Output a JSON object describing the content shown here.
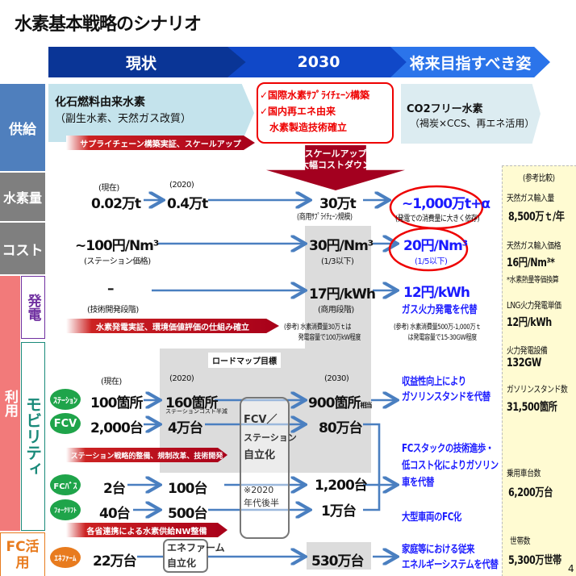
{
  "title": "水素基本戦略のシナリオ",
  "header": {
    "now": "現状",
    "mid": "2030",
    "future": "将来目指すべき姿"
  },
  "side": {
    "supply": "供給",
    "amount": "水素量",
    "cost": "コスト",
    "use": "利用",
    "power": "発電",
    "mobility": "モビリティ",
    "fc": "FC活用"
  },
  "supply": {
    "now_title": "化石燃料由来水素",
    "now_sub": "（副生水素、天然ガス改質）",
    "mid_1": "✓国際水素ｻﾌﾟﾗｲﾁｪｰﾝ構築",
    "mid_2": "✓国内再エネ由来",
    "mid_3": "水素製造技術確立",
    "future_title": "CO2フリー水素",
    "future_sub": "（褐炭×CCS、再エネ活用）",
    "banner": "サプライチェーン構築実証、スケールアップ",
    "down_1": "スケールアップ",
    "down_2": "大幅コストダウン"
  },
  "amount": {
    "now_lbl": "(現在)",
    "now": "0.02万t",
    "y2020_lbl": "(2020)",
    "y2020": "0.4万t",
    "mid": "30万t",
    "mid_note": "(商用ｻﾌﾟﾗｲﾁｪｰﾝ規模)",
    "future": "~1,000万t+α",
    "future_note": "(発電での消費量に大きく依存)"
  },
  "cost": {
    "now": "~100円/Nm³",
    "now_note": "(ステーション価格)",
    "mid": "30円/Nm³",
    "mid_note": "(1/3以下)",
    "future": "20円/Nm³",
    "future_note": "(1/5以下)"
  },
  "power": {
    "now": "–",
    "now_note": "(技術開発段階)",
    "mid": "17円/kWh",
    "mid_note": "(商用段階)",
    "future": "12円/kWh",
    "future_note": "ガス火力発電を代替",
    "banner": "水素発電実証、環境価値評価の仕組み確立",
    "ref_mid_1": "(参考) 水素消費量30万ｔは",
    "ref_mid_2": "発電容量で100万kW程度",
    "ref_fut_1": "(参考) 水素消費量500万-1,000万ｔ",
    "ref_fut_2": "は発電容量で15-30GW程度"
  },
  "mobility": {
    "roadmap": "ロードマップ目標",
    "now_lbl": "(現在)",
    "y2020_lbl": "(2020)",
    "y2030_lbl": "(2030)",
    "station": {
      "icon": "ｽﾃｰｼｮﾝ",
      "now": "100箇所",
      "y2020": "160箇所",
      "y2020_note": "ステーションコスト半減",
      "y2030": "900箇所",
      "y2030_note": "相当"
    },
    "fcv": {
      "icon": "FCV",
      "now": "2,000台",
      "y2020": "4万台",
      "y2030": "80万台"
    },
    "bus": {
      "icon": "FCﾊﾞｽ",
      "now": "2台",
      "y2020": "100台",
      "y2030": "1,200台"
    },
    "forklift": {
      "icon": "ﾌｫｰｸﾘﾌﾄ",
      "now": "40台",
      "y2020": "500台",
      "y2030": "1万台"
    },
    "autonomy_1": "FCV／",
    "autonomy_2": "ステーション",
    "autonomy_3": "自立化",
    "autonomy_4": "※2020",
    "autonomy_5": "年代後半",
    "banner_1": "ステーション戦略的整備、規制改革、技術開発",
    "banner_2": "各省連携による水素供給NW整備",
    "result_1a": "収益性向上により",
    "result_1b": "ガソリンスタンドを代替",
    "result_2a": "FCスタックの技術進歩・",
    "result_2b": "低コスト化によりガソリン",
    "result_2c": "車を代替",
    "result_3": "大型車両のFC化"
  },
  "fc": {
    "icon": "ｴﾈﾌｧｰﾑ",
    "now": "22万台",
    "auto_1": "エネファーム",
    "auto_2": "自立化",
    "y2030": "530万台",
    "result_a": "家庭等における従来",
    "result_b": "エネルギーシステムを代替"
  },
  "reference": {
    "title": "(参考比較)",
    "gas_import_lbl": "天然ガス輸入量",
    "gas_import": "8,500万ｔ/年",
    "gas_price_lbl": "天然ガス輸入価格",
    "gas_price": "16円/Nm³*",
    "gas_note": "*水素熱量等価換算",
    "lng_lbl": "LNG火力発電単価",
    "lng": "12円/kWh",
    "thermal_lbl": "火力発電設備",
    "thermal": "132GW",
    "gs_lbl": "ガソリンスタンド数",
    "gs": "31,500箇所",
    "cars_lbl": "乗用車台数",
    "cars": "6,200万台",
    "house_lbl": "世帯数",
    "house": "5,300万世帯"
  },
  "page_number": "4",
  "colors": {
    "header_dark": "#0a3596",
    "header_mid": "#1048c8",
    "header_light": "#2b74ea",
    "accent_red": "#e00000",
    "result_blue": "#1a1aff"
  }
}
